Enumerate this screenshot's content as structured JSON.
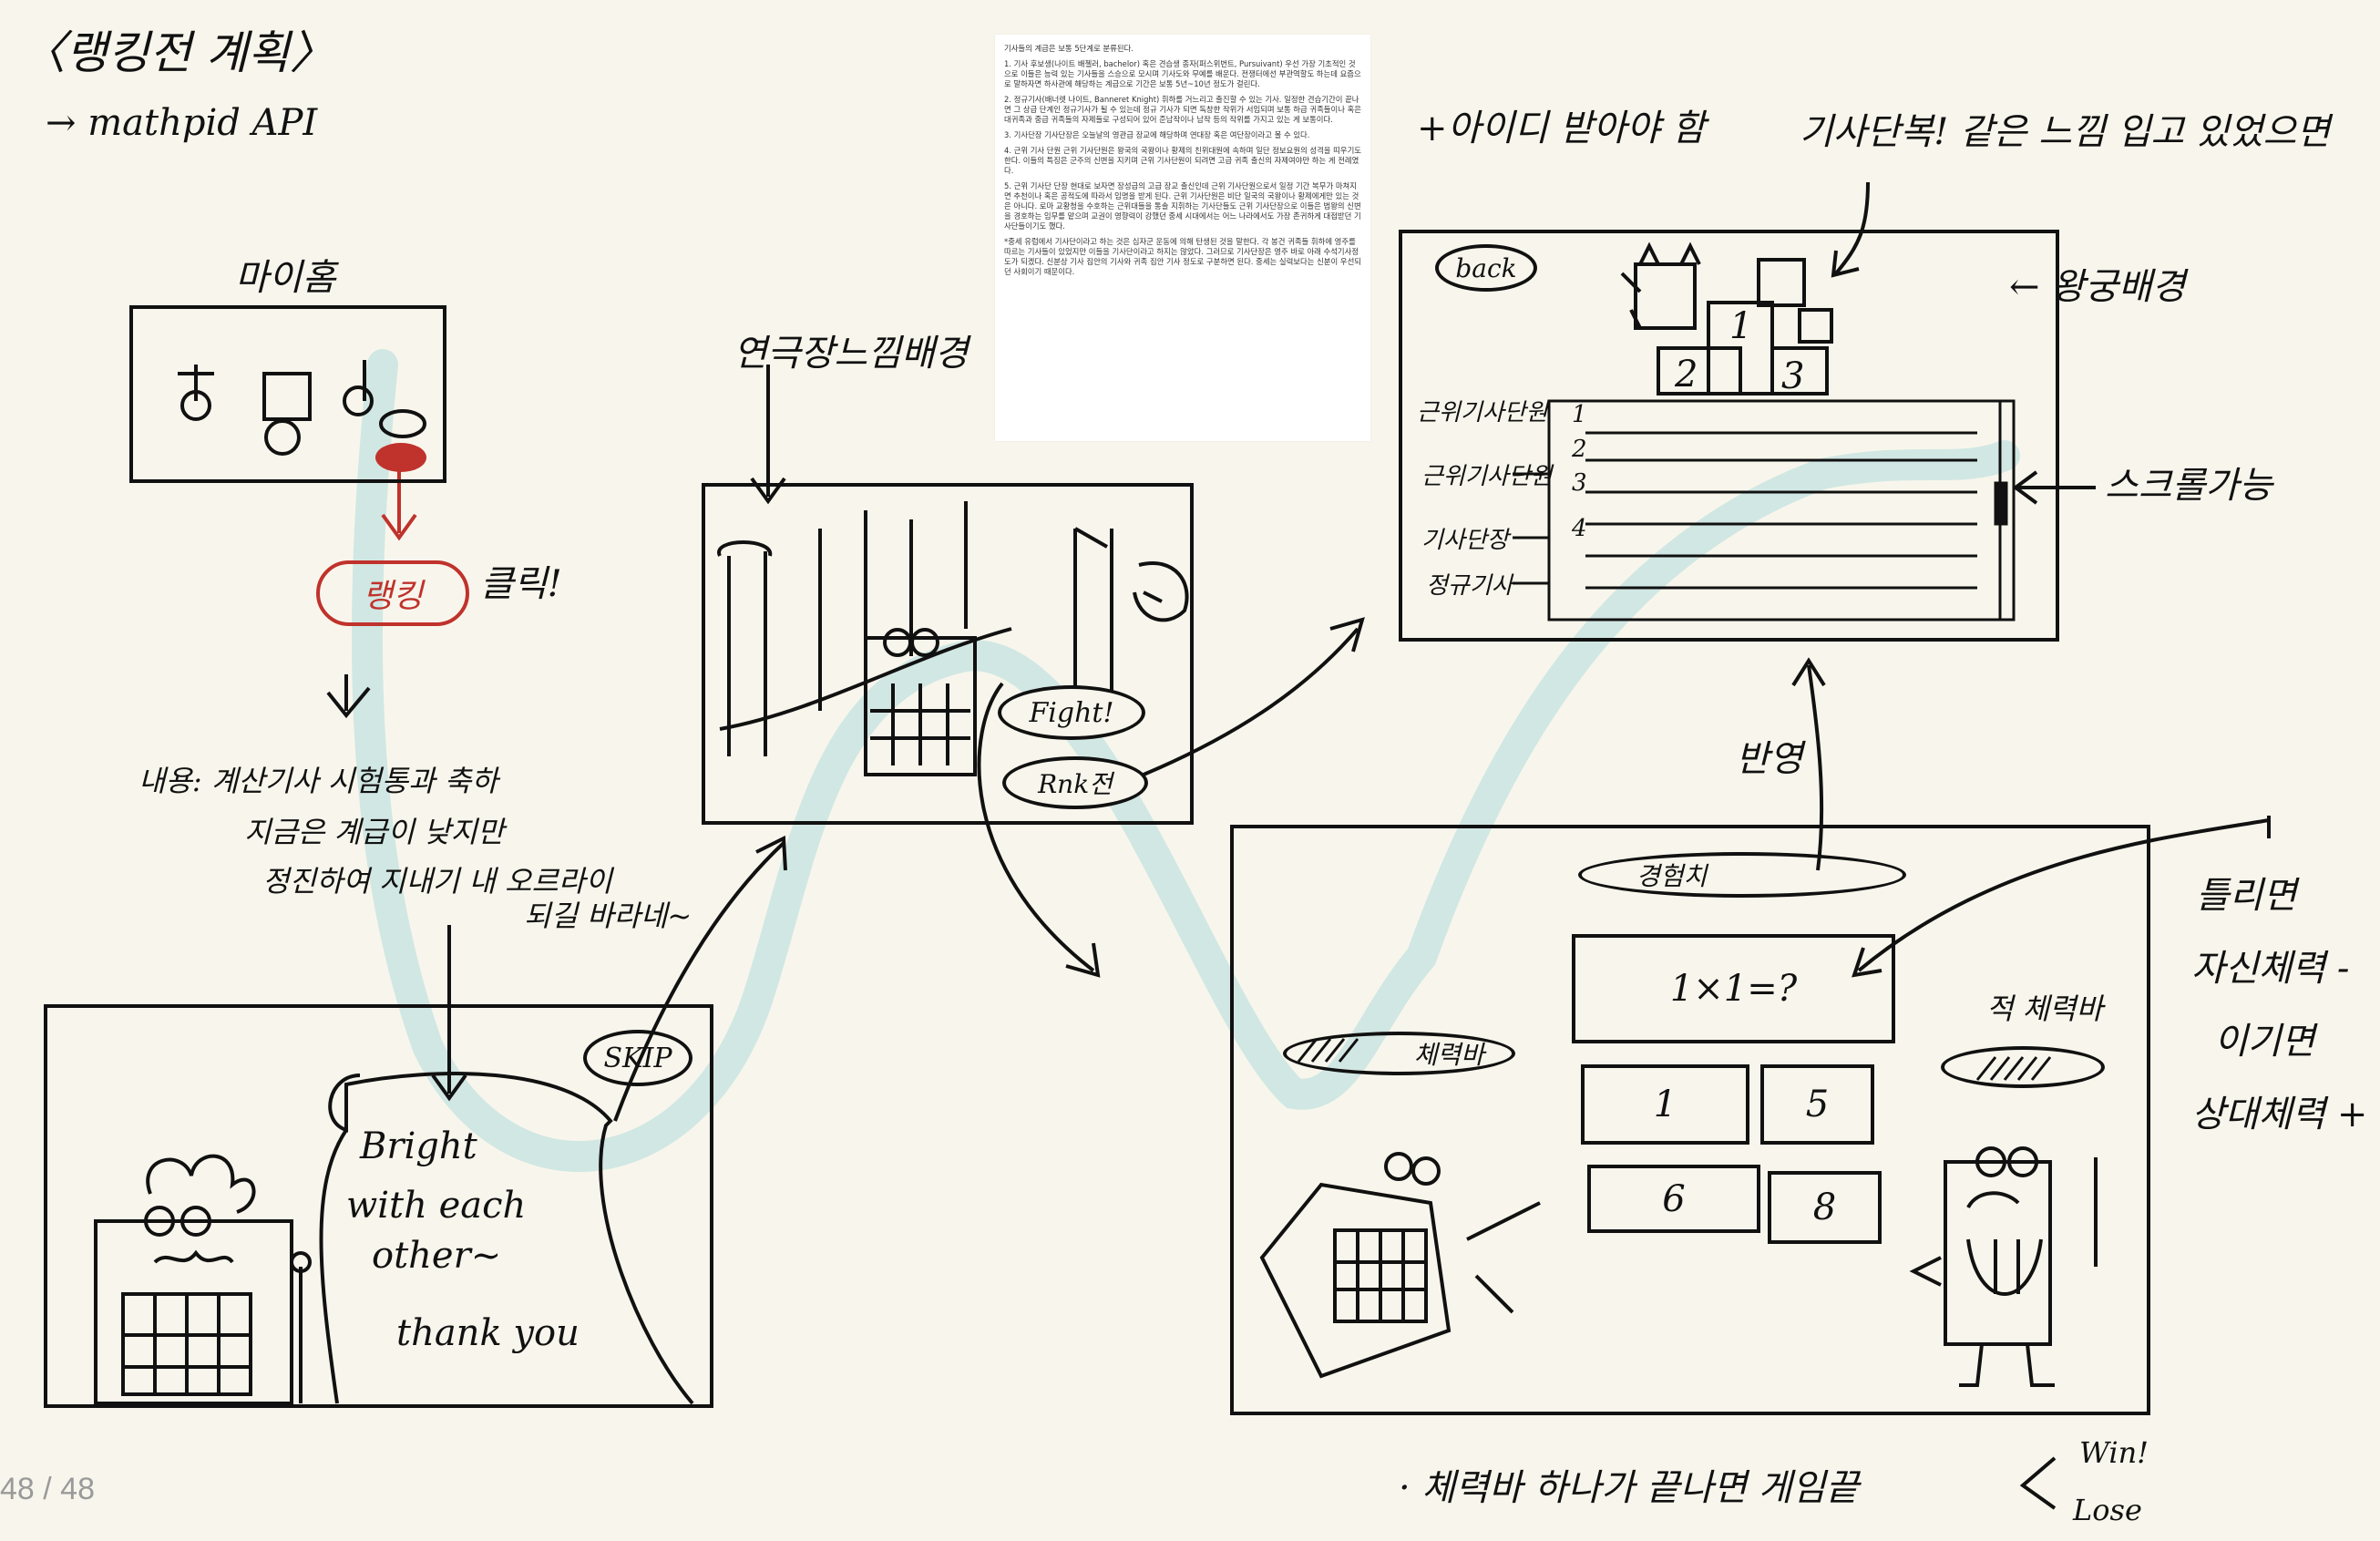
{
  "page_indicator": "48 / 48",
  "title": "〈랭킹전 계획〉",
  "api_note": "→ mathpid API",
  "mypage": {
    "label": "마이홈",
    "ranking_button": "랭킹",
    "click_note": "클릭!"
  },
  "content_note": {
    "line1": "내용: 계산기사 시험통과 축하",
    "line2": "지금은 계급이 낮지만",
    "line3": "정진하여 지내기 내 오르라이",
    "line4": "되길 바라네~"
  },
  "intro_panel": {
    "skip_button": "SKIP",
    "scroll_text": [
      "Bright",
      "with each",
      "other~",
      "thank you"
    ]
  },
  "arena_panel": {
    "label": "연극장느낌배경",
    "fight_button": "Fight!",
    "rank_button": "Rnk전"
  },
  "document": {
    "paragraphs": [
      "기사들의 계급은 보통 5단계로 분류된다.",
      "1. 기사 후보생(나이트 배첼러, bachelor) 혹은 견습생 종자(퍼스위번트, Pursuivant) 우선 가장 기초적인 것으로 이들은 능력 있는 기사들을 스승으로 모시며 기사도와 무예를 배운다. 전쟁터에선 부관역할도 하는데 요즘으로 말하자면 하사관에 해당하는 계급으로 기간은 보통 5년~10년 정도가 걸린다.",
      "2. 정규기사(배너렛 나이트, Banneret Knight) 휘하를 거느리고 출진할 수 있는 기사. 일정한 견습기간이 끝나면 그 상급 단계인 정규기사가 될 수 있는데 정규 기사가 되면 독창한 작위가 서임되며 보통 하급 귀족들이나 혹은 대귀족과 중급 귀족들의 자제들로 구성되어 있어 준남작이나 남작 등의 작위를 가지고 있는 게 보통이다.",
      "3. 기사단장 기사단장은 오늘날의 영관급 장교에 해당하며 연대장 혹은 여단장이라고 볼 수 있다.",
      "4. 근위 기사 단원 근위 기사단원은 왕국의 국왕이나 황제의 친위대원에 속하며 일단 정보요원의 성격을 띠우기도 한다. 이들의 특징은 군주의 신변을 지키며 근위 기사단원이 되려면 고급 귀족 출신의 자제여야만 하는 게 전례였다.",
      "5. 근위 기사단 단장 현대로 보자면 장성급의 고급 장교 출신인데 근위 기사단원으로서 일정 기간 복무가 마쳐지면 추천이나 혹은 공적도에 따라서 임명을 받게 된다. 근위 기사단원은 비단 일국의 국왕이나 황제에게만 있는 것은 아니다. 로마 교황청을 수호하는 근위대들을 통솔 지휘하는 기사단들도 근위 기사단장으로 이들은 법왕의 신변을 경호하는 임무를 맡으며 교권이 영향력이 강했던 중세 시대에서는 어느 나라에서도 가장 존귀하게 대접받던 기사단들이기도 했다.",
      "*중세 유럽에서 기사단이라고 하는 것은 십자군 운동에 의해 탄생된 것을 말한다. 각 봉건 귀족들 휘하에 영주를 따르는 기사들이 있었지만 이들을 기사단이라고 하지는 않았다. 그러므로 기사단장은 영주 바로 아래 수석기사정도가 되겠다. 신분상 기사 집안의 기사와 귀족 집안 기사 정도로 구분하면 된다. 중세는 실력보다는 신분이 우선되던 사회이기 때문이다."
    ]
  },
  "item_note": "+아이디 받아야 함",
  "knight_group_note": "기사단복! 같은 느낌 입고 있었으면",
  "ranking_panel": {
    "back_button": "back",
    "palace_note": "← 왕궁배경",
    "scroll_note": "스크롤가능",
    "podium": [
      "1",
      "2",
      "3"
    ],
    "tiers": [
      "근위기사단원",
      "근위기사단원",
      "기사단장",
      "정규기사"
    ],
    "rows": [
      "1",
      "2",
      "3",
      "4"
    ]
  },
  "reflect_note": "반영",
  "battle_panel": {
    "exp_label": "경험치",
    "question": "1×1=?",
    "my_hp": "체력바",
    "enemy_hp_label": "적 체력바",
    "answers": [
      "1",
      "5",
      "6",
      "8"
    ]
  },
  "side_note": {
    "line1": "틀리면",
    "line2": "자신체력 -",
    "line3": "이기면",
    "line4": "상대체력 +"
  },
  "end_note": "· 체력바 하나가 끝나면 게임끝",
  "result_options": [
    "Win!",
    "Lose"
  ]
}
